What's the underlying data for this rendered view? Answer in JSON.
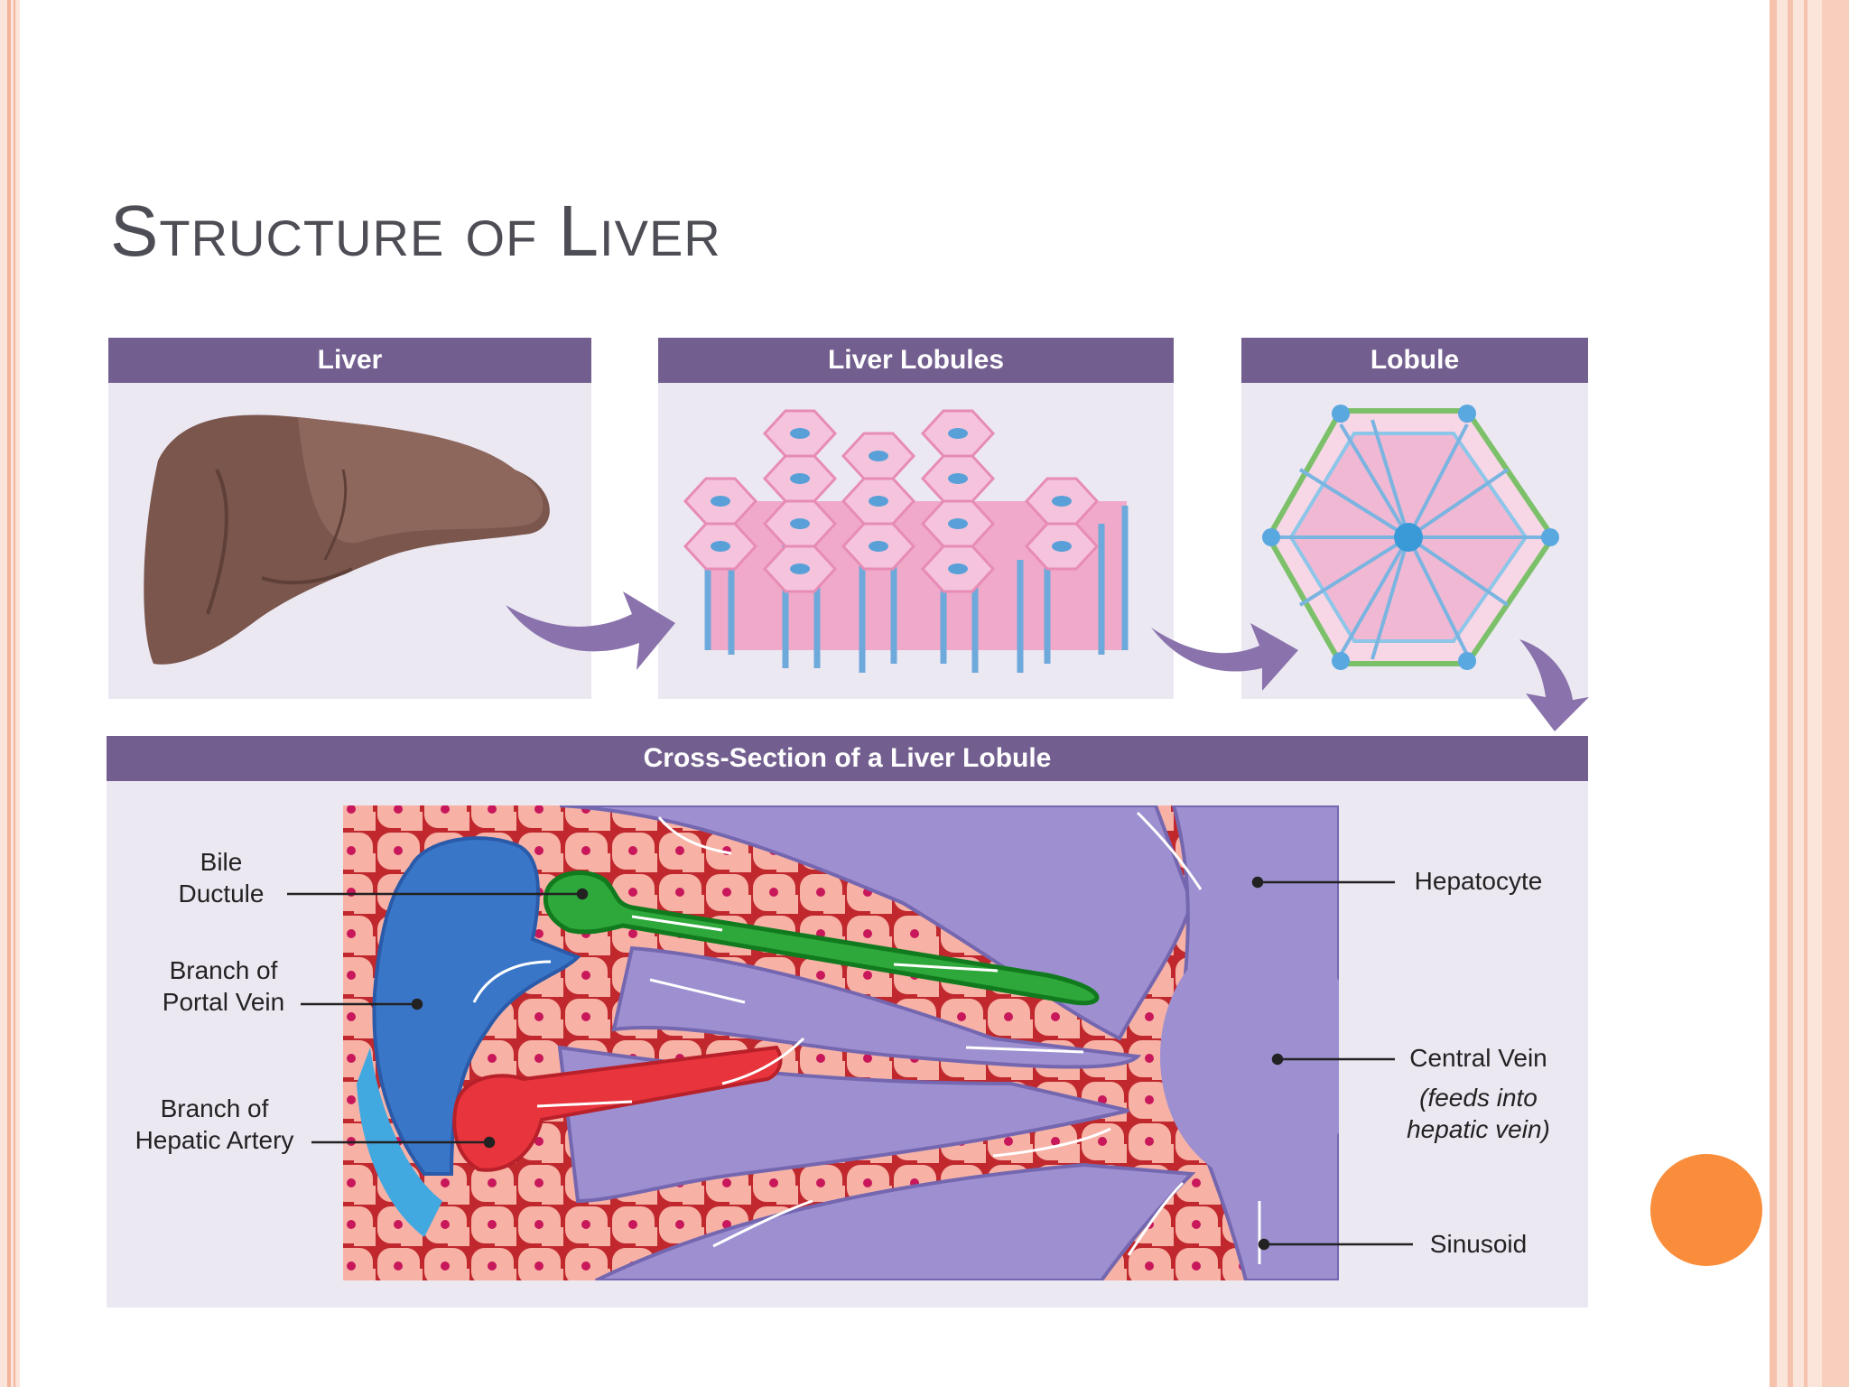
{
  "slide": {
    "title": "Structure of Liver",
    "accent_color": "#f98d3c",
    "header_color": "#735f8f"
  },
  "panels": {
    "liver": "Liver",
    "liver_lobules": "Liver Lobules",
    "lobule": "Lobule",
    "cross_section": "Cross-Section of a Liver Lobule"
  },
  "labels": {
    "bile_ductule": [
      "Bile",
      "Ductule"
    ],
    "portal_vein": [
      "Branch of",
      "Portal Vein"
    ],
    "hepatic_artery": [
      "Branch of",
      "Hepatic Artery"
    ],
    "hepatocyte": "Hepatocyte",
    "central_vein": "Central Vein",
    "central_vein_note": [
      "(feeds into",
      "hepatic vein)"
    ],
    "sinusoid": "Sinusoid"
  }
}
